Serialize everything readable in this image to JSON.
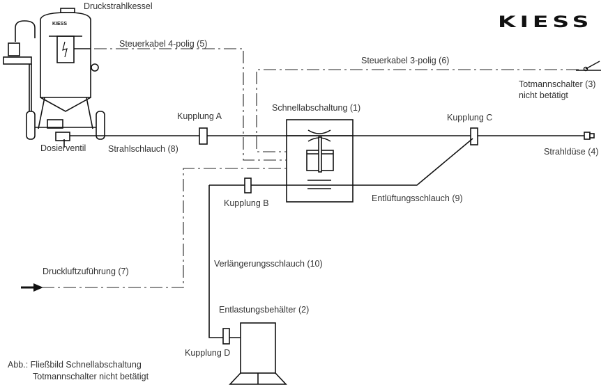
{
  "logo": "KIESS",
  "labels": {
    "tank": "Druckstrahlkessel",
    "cable4": "Steuerkabel 4-polig (5)",
    "cable3": "Steuerkabel 3-polig (6)",
    "deadman": "Totmannschalter (3)",
    "deadman_state": "nicht betätigt",
    "coupling_a": "Kupplung A",
    "shutoff": "Schnellabschaltung (1)",
    "coupling_c": "Kupplung C",
    "dosing_valve": "Dosierventil",
    "blast_hose": "Strahlschlauch (8)",
    "nozzle": "Strahldüse (4)",
    "coupling_b": "Kupplung B",
    "vent_hose": "Entlüftungsschlauch (9)",
    "air_supply": "Druckluftzuführung (7)",
    "extension_hose": "Verlängerungsschlauch (10)",
    "relief_tank": "Entlastungsbehälter (2)",
    "coupling_d": "Kupplung D",
    "caption_1": "Abb.: Fließbild Schnellabschaltung",
    "caption_2": "Totmannschalter nicht betätigt"
  }
}
